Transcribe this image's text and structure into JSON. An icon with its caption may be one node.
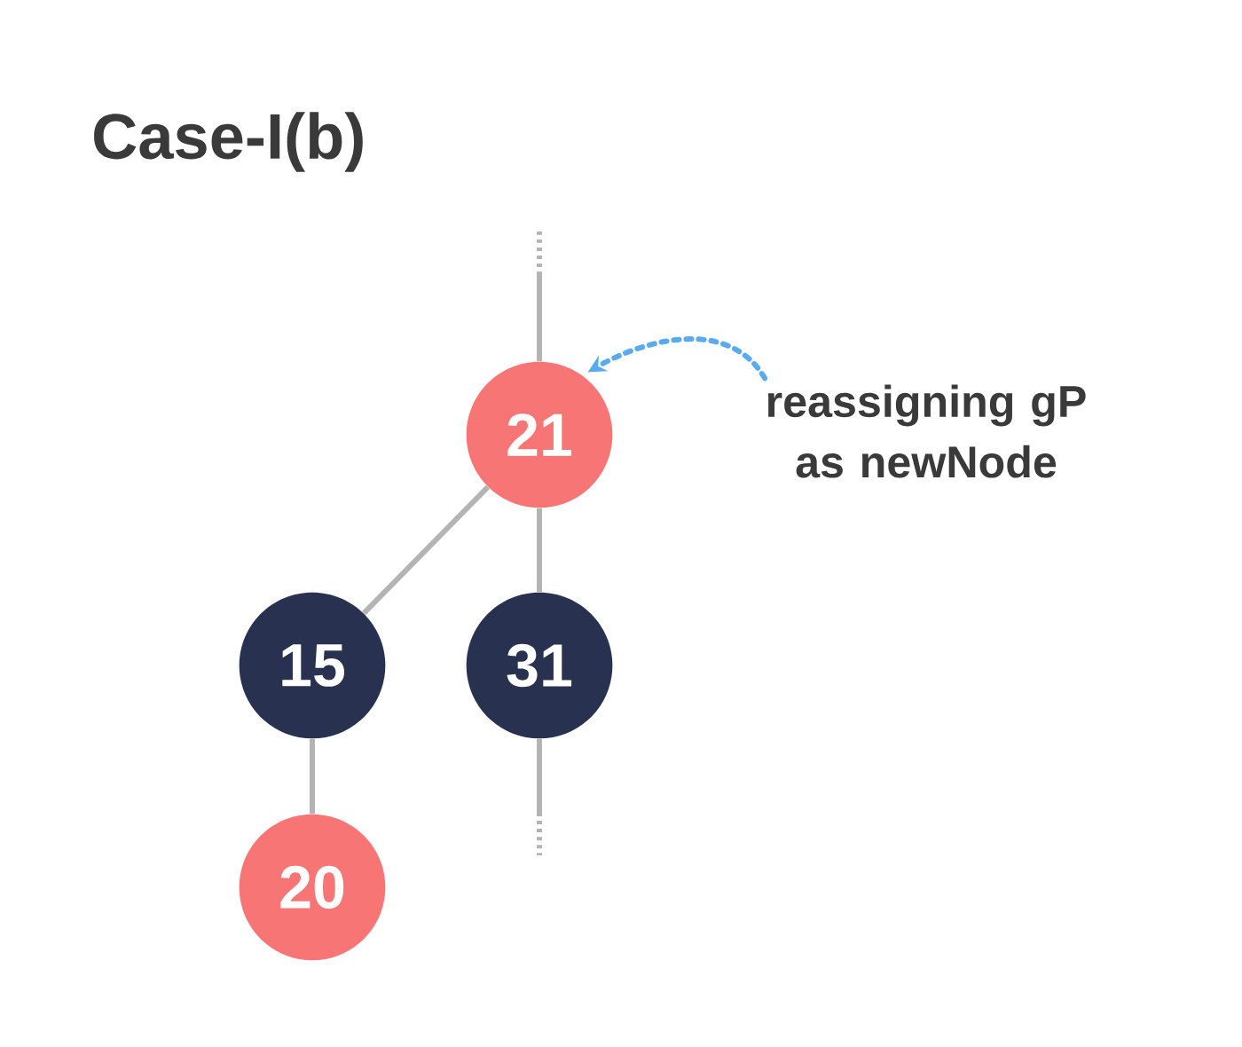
{
  "diagram": {
    "title": "Case-I(b)",
    "nodes": [
      {
        "text": [
          "21"
        ]
      },
      {
        "text": [
          "15"
        ]
      },
      {
        "text": [
          "31"
        ]
      },
      {
        "text": [
          "20"
        ]
      },
      {
        "text": [
          "reassigning gP as newNode"
        ]
      }
    ],
    "edges": [
      {
        "from": null,
        "to": 0,
        "arrow": "none"
      },
      {
        "from": 0,
        "to": 1,
        "arrow": "none"
      },
      {
        "from": 0,
        "to": 2,
        "arrow": "none"
      },
      {
        "from": 1,
        "to": 3,
        "arrow": "none"
      },
      {
        "from": 2,
        "to": null,
        "arrow": "none"
      },
      {
        "from": 4,
        "to": 0,
        "arrow": "to",
        "style": "dashed",
        "color": "#5aaaf0"
      }
    ]
  }
}
